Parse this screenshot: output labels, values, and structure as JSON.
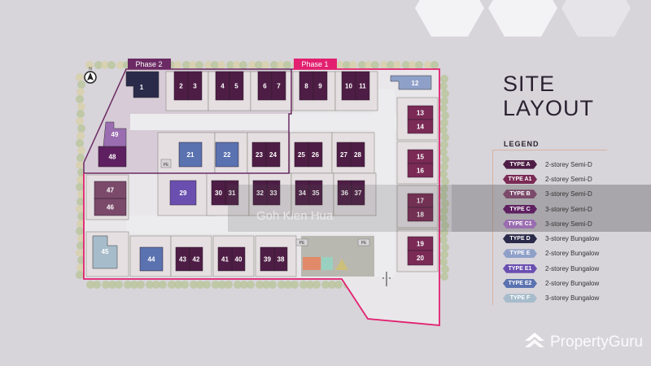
{
  "title_line1": "SITE",
  "title_line2": "LAYOUT",
  "compass_label": "N",
  "phases": [
    {
      "label": "Phase 2",
      "color": "#6b2a63"
    },
    {
      "label": "Phase 1",
      "color": "#e2206f"
    }
  ],
  "legend": {
    "title": "LEGEND",
    "items": [
      {
        "type": "TYPE A",
        "desc": "2-storey Semi-D",
        "color": "#4e1d45"
      },
      {
        "type": "TYPE A1",
        "desc": "2-storey Semi-D",
        "color": "#7a2a55"
      },
      {
        "type": "TYPE B",
        "desc": "3-storey Semi-D",
        "color": "#7b4a6a"
      },
      {
        "type": "TYPE C",
        "desc": "3-storey Semi-D",
        "color": "#5e2060"
      },
      {
        "type": "TYPE C1",
        "desc": "3-storey Semi-D",
        "color": "#9a6cb0"
      },
      {
        "type": "TYPE D",
        "desc": "3-storey Bungalow",
        "color": "#2a2a4a"
      },
      {
        "type": "TYPE E",
        "desc": "2-storey Bungalow",
        "color": "#8ea0c8"
      },
      {
        "type": "TYPE E1",
        "desc": "2-storey Bungalow",
        "color": "#6a4fb0"
      },
      {
        "type": "TYPE E2",
        "desc": "2-storey Bungalow",
        "color": "#5a72b0"
      },
      {
        "type": "TYPE F",
        "desc": "3-storey Bungalow",
        "color": "#a6bccb"
      }
    ]
  },
  "units": [
    "1",
    "2",
    "3",
    "4",
    "5",
    "6",
    "7",
    "8",
    "9",
    "10",
    "11",
    "12",
    "13",
    "14",
    "15",
    "16",
    "17",
    "18",
    "19",
    "20",
    "21",
    "22",
    "23",
    "24",
    "25",
    "26",
    "27",
    "28",
    "29",
    "30",
    "31",
    "32",
    "33",
    "34",
    "35",
    "36",
    "37",
    "38",
    "39",
    "40",
    "41",
    "42",
    "43",
    "44",
    "45",
    "46",
    "47",
    "48",
    "49"
  ],
  "pe_label": "PE",
  "watermark": "PropertyGuru",
  "owner_watermark": "Goh Kien Hua"
}
